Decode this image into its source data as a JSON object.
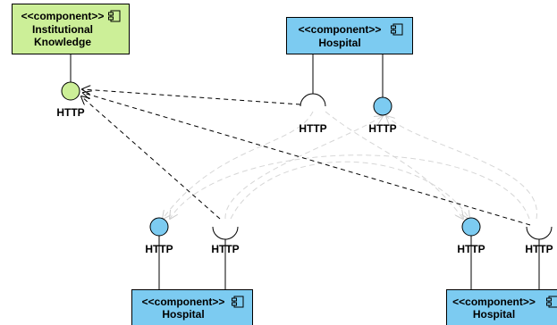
{
  "colors": {
    "institutional_fill": "#ccef98",
    "hospital_fill": "#7ccbf1",
    "dashed_black": "#000000",
    "dashed_grey": "#cccccc"
  },
  "components": {
    "institutional": {
      "stereotype": "<<component>>",
      "name_line1": "Institutional",
      "name_line2": "Knowledge"
    },
    "hospital_top": {
      "stereotype": "<<component>>",
      "name": "Hospital"
    },
    "hospital_bottom_left": {
      "stereotype": "<<component>>",
      "name": "Hospital"
    },
    "hospital_bottom_right": {
      "stereotype": "<<component>>",
      "name": "Hospital"
    }
  },
  "interfaces": {
    "ik_provided": "HTTP",
    "top_required": "HTTP",
    "top_provided": "HTTP",
    "bl_provided": "HTTP",
    "bl_required": "HTTP",
    "br_provided": "HTTP",
    "br_required": "HTTP"
  },
  "icons": [
    "component-icon"
  ]
}
